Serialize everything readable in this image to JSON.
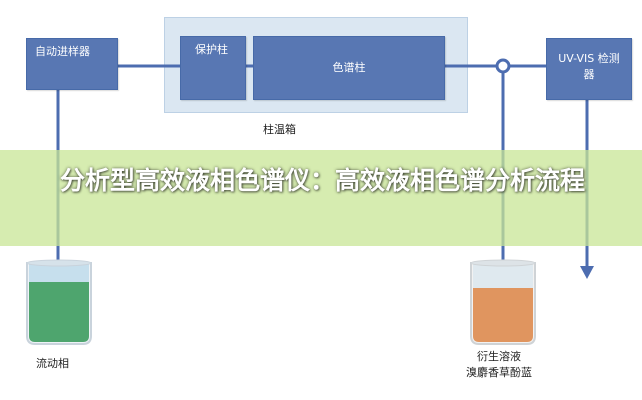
{
  "diagram": {
    "components": {
      "autosampler": "自动进样器",
      "guard_column": "保护柱",
      "column": "色谱柱",
      "detector": "UV-VIS 检测器",
      "column_oven": "柱温箱",
      "mobile_phase": "流动相",
      "derivatization_line1": "衍生溶液",
      "derivatization_line2": "溴麝香草酚蓝"
    },
    "colors": {
      "box_fill": "#5877b3",
      "line": "#4d6db0",
      "oven_fill": "#dbe7f2",
      "mobile_phase_liquid": "#4ea56e",
      "derivatization_liquid": "#e0955f",
      "banner": "#c8e696"
    }
  },
  "banner": {
    "title": "分析型高效液相色谱仪：高效液相色谱分析流程"
  }
}
